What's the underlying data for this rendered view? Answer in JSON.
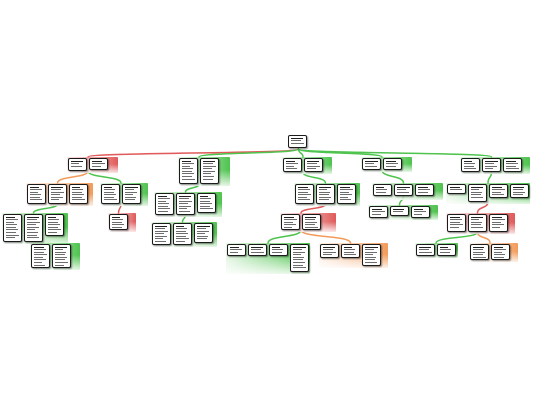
{
  "palette": {
    "green": "#4ec34e",
    "red": "#e05a5a",
    "orange": "#f39b5b",
    "box_border": "#1b1b1b",
    "box_fill": "#ffffff",
    "background": "#ffffff"
  },
  "root": {
    "boxes": 1
  },
  "groups": [
    {
      "color": "red",
      "boxes": 2
    },
    {
      "color": "green",
      "boxes": 2
    },
    {
      "color": "green",
      "boxes": 2
    },
    {
      "color": "green",
      "boxes": 2
    },
    {
      "color": "green",
      "boxes": 3
    },
    {
      "color": "orange",
      "boxes": 3
    },
    {
      "color": "green",
      "boxes": 2
    },
    {
      "color": "green",
      "boxes": 3
    },
    {
      "color": "green",
      "boxes": 3
    },
    {
      "color": "green",
      "boxes": 3
    },
    {
      "color": "green",
      "boxes": 4
    },
    {
      "color": "green",
      "boxes": 3
    },
    {
      "color": "red",
      "boxes": 1
    },
    {
      "color": "green",
      "boxes": 3
    },
    {
      "color": "red",
      "boxes": 2
    },
    {
      "color": "green",
      "boxes": 3
    },
    {
      "color": "red",
      "boxes": 3
    },
    {
      "color": "green",
      "boxes": 2
    },
    {
      "color": "green",
      "boxes": 4
    },
    {
      "color": "orange",
      "boxes": 3
    },
    {
      "color": "green",
      "boxes": 2
    },
    {
      "color": "orange",
      "boxes": 2
    }
  ]
}
